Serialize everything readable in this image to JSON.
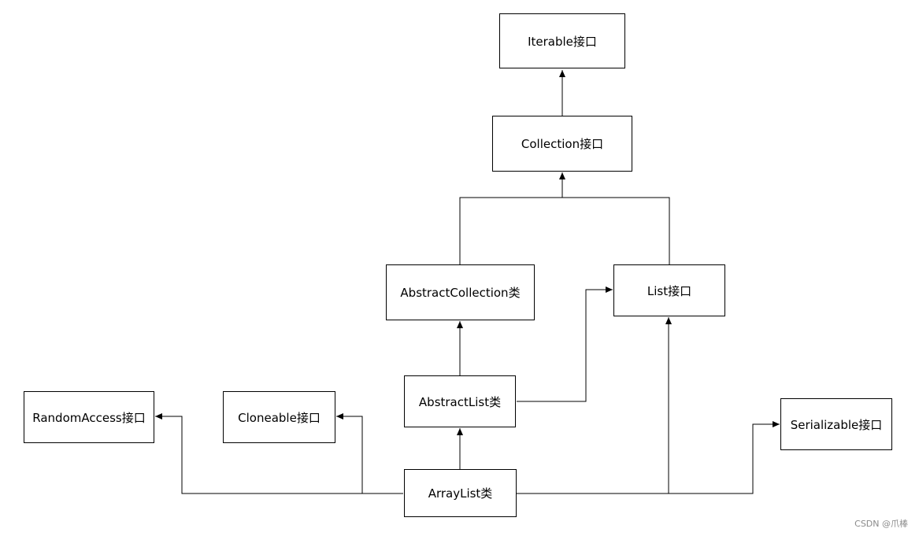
{
  "nodes": {
    "iterable": "Iterable接口",
    "collection": "Collection接口",
    "abstract_collection": "AbstractCollection类",
    "list": "List接口",
    "abstract_list": "AbstractList类",
    "random_access": "RandomAccess接口",
    "cloneable": "Cloneable接口",
    "serializable": "Serializable接口",
    "array_list": "ArrayList类"
  },
  "relations": [
    {
      "from": "collection",
      "to": "iterable"
    },
    {
      "from": "abstract_collection",
      "to": "collection"
    },
    {
      "from": "list",
      "to": "collection"
    },
    {
      "from": "abstract_list",
      "to": "abstract_collection"
    },
    {
      "from": "abstract_list",
      "to": "list"
    },
    {
      "from": "array_list",
      "to": "abstract_list"
    },
    {
      "from": "array_list",
      "to": "random_access"
    },
    {
      "from": "array_list",
      "to": "cloneable"
    },
    {
      "from": "array_list",
      "to": "list"
    },
    {
      "from": "array_list",
      "to": "serializable"
    }
  ],
  "watermark": "CSDN @爪棒"
}
